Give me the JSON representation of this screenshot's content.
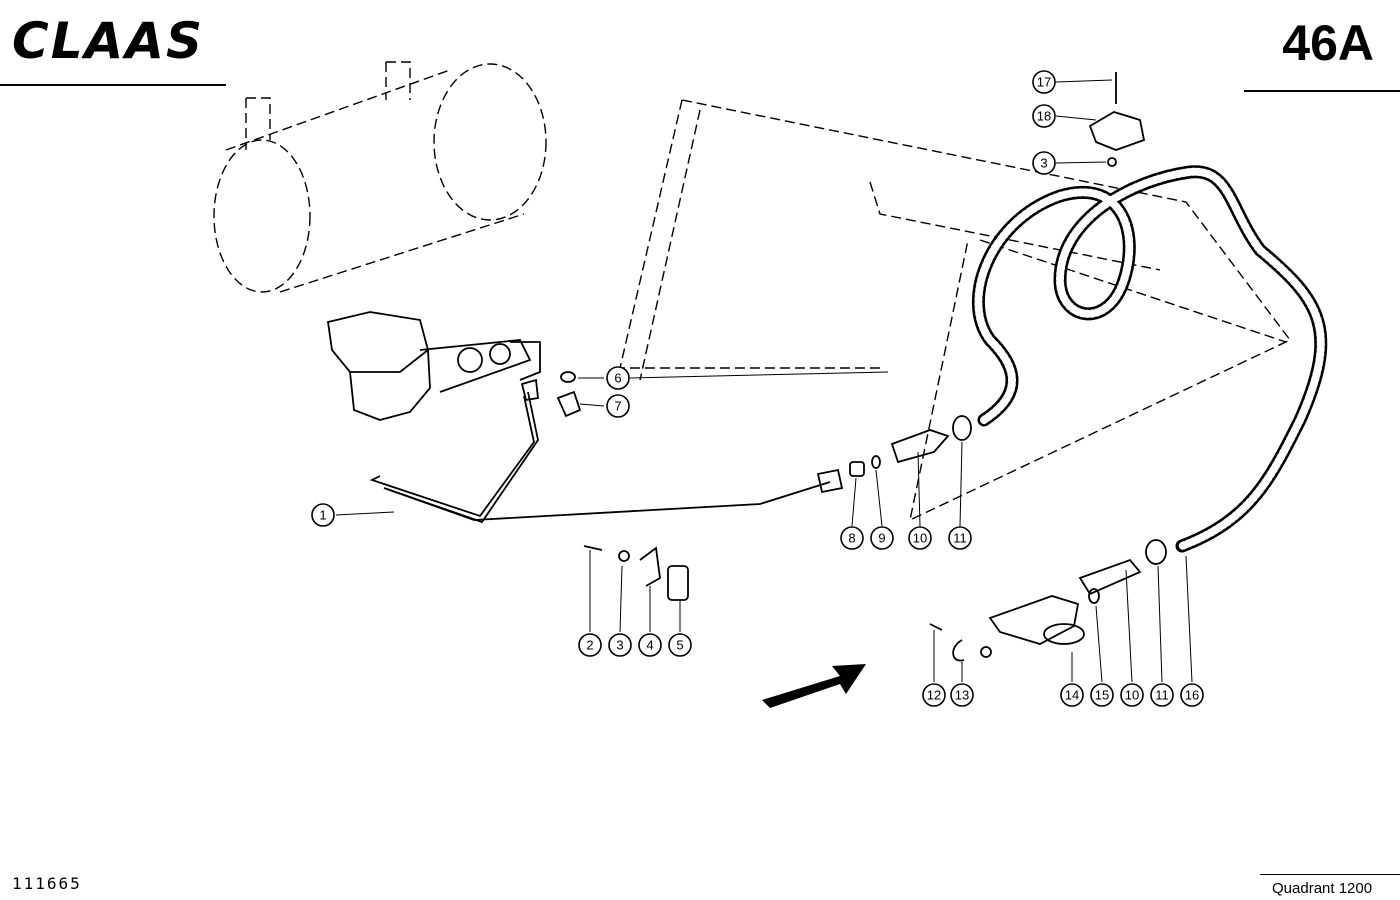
{
  "header": {
    "brand": "CLAAS",
    "page_number": "46A"
  },
  "footer": {
    "drawing_number": "111665",
    "model": "Quadrant 1200"
  },
  "callouts": [
    "1",
    "2",
    "3",
    "4",
    "5",
    "6",
    "7",
    "8",
    "9",
    "10",
    "11",
    "12",
    "13",
    "14",
    "15",
    "10",
    "11",
    "16",
    "17",
    "18",
    "3"
  ]
}
